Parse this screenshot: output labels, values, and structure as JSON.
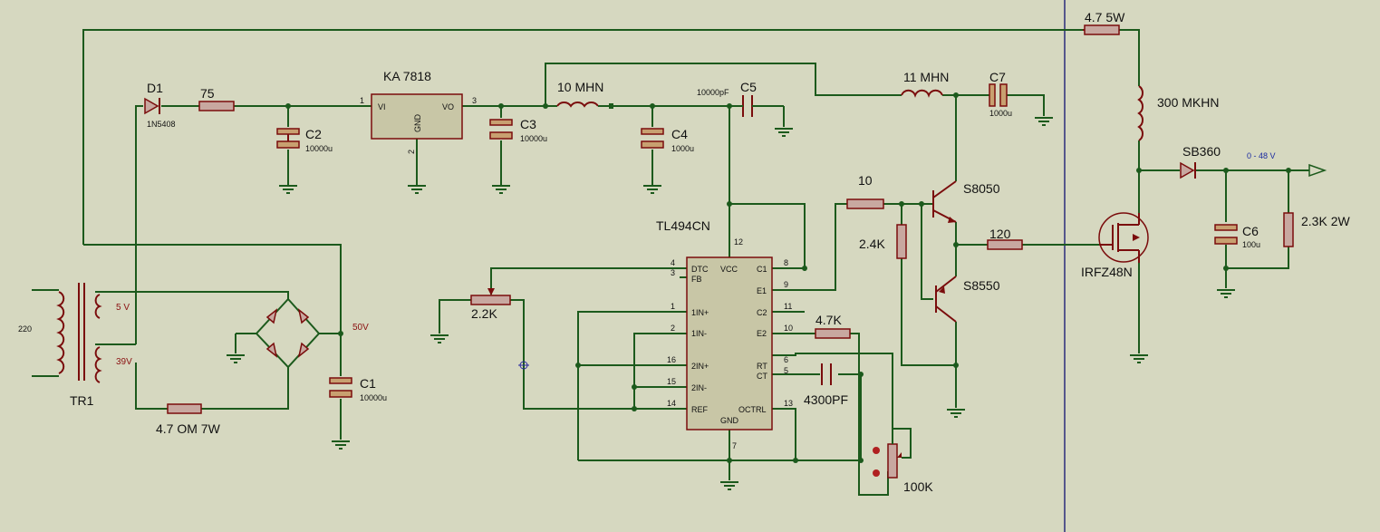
{
  "ic": {
    "name": "TL494CN",
    "pins": {
      "dtc": "DTC",
      "fb": "FB",
      "vcc": "VCC",
      "c1": "C1",
      "e1": "E1",
      "c2": "C2",
      "e2": "E2",
      "in1p": "1IN+",
      "in1m": "1IN-",
      "in2p": "2IN+",
      "in2m": "2IN-",
      "ref": "REF",
      "rt": "RT",
      "ct": "CT",
      "octrl": "OCTRL",
      "gnd": "GND"
    },
    "pin_numbers": {
      "p4": "4",
      "p3": "3",
      "p1": "1",
      "p2": "2",
      "p16": "16",
      "p15": "15",
      "p14": "14",
      "p8": "8",
      "p9": "9",
      "p11": "11",
      "p10": "10",
      "p6": "6",
      "p5": "5",
      "p13": "13",
      "p12": "12",
      "p7": "7"
    }
  },
  "regulator": {
    "name": "KA 7818",
    "vi": "VI",
    "vo": "VO",
    "gnd": "GND",
    "pin1": "1",
    "pin2": "2",
    "pin3": "3"
  },
  "labels": {
    "r_top": "4.7 5W",
    "d1": "D1",
    "d1_part": "1N5408",
    "r75": "75",
    "c2": "C2",
    "c2_val": "10000u",
    "c3": "C3",
    "c3_val": "10000u",
    "l10": "10 MHN",
    "c4": "C4",
    "c4_val": "1000u",
    "c5_val": "10000pF",
    "c5": "C5",
    "l11": "11 MHN",
    "c7": "C7",
    "c7_val": "1000u",
    "l300": "300 MKHN",
    "sb360": "SB360",
    "vout": "0 - 48 V",
    "r10": "10",
    "s8050": "S8050",
    "r24k": "2.4K",
    "r120": "120",
    "s8550": "S8550",
    "irfz": "IRFZ48N",
    "c6": "C6",
    "c6_val": "100u",
    "r23k": "2.3K  2W",
    "pot22": "2.2K",
    "r47k": "4.7K",
    "c4300": "4300PF",
    "pot100": "100K",
    "v220": "220",
    "v5": "5 V",
    "v39": "39V",
    "tr1": "TR1",
    "r47om": "4.7 OM  7W",
    "v50": "50V",
    "c1": "C1",
    "c1_val": "10000u"
  },
  "colors": {
    "wire": "#1c5a1c",
    "component": "#7a0c0c",
    "background": "#d6d8c0",
    "ic_body": "#c8c6a6"
  }
}
